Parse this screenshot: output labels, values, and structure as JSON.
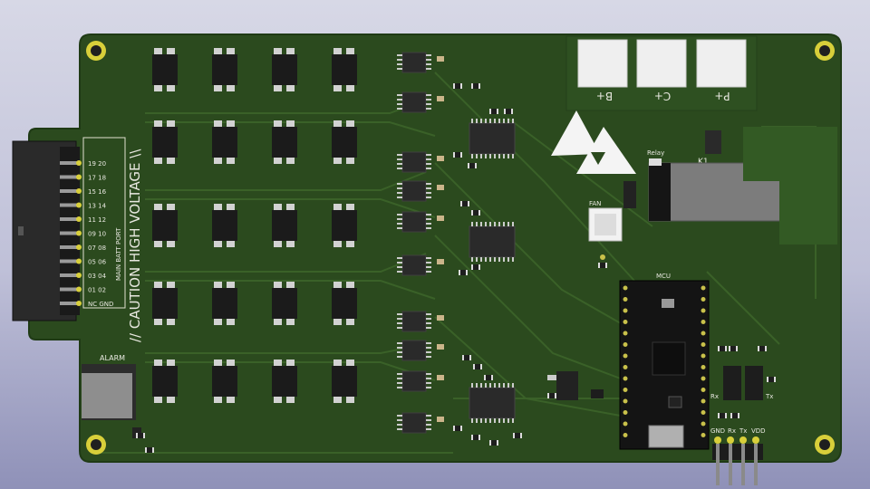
{
  "board": {
    "caution_text": "// CAUTION HIGH VOLTAGE \\\\",
    "connector_port_label": "MAIN BATT PORT",
    "pin_labels": [
      "19 20",
      "17 18",
      "15 16",
      "13 14",
      "11 12",
      "09 10",
      "07 08",
      "05 06",
      "03 04",
      "01 02",
      "NC GND"
    ],
    "alarm_label": "ALARM",
    "pads": [
      "B+",
      "C+",
      "P+"
    ],
    "relay_label": "Relay",
    "relay_ref": "K1",
    "fan_label": "FAN",
    "mcu_label": "MCU",
    "rx_label": "Rx",
    "tx_label": "Tx",
    "header_pins": [
      "GND",
      "Rx",
      "Tx",
      "VDD"
    ]
  },
  "colors": {
    "pcb": "#2b4a1e",
    "pcb_trace": "#3a6128",
    "pad_gold": "#d8cf3a",
    "silkscreen": "#ececdc",
    "chip": "#222222",
    "background": "#c4c5dc"
  }
}
